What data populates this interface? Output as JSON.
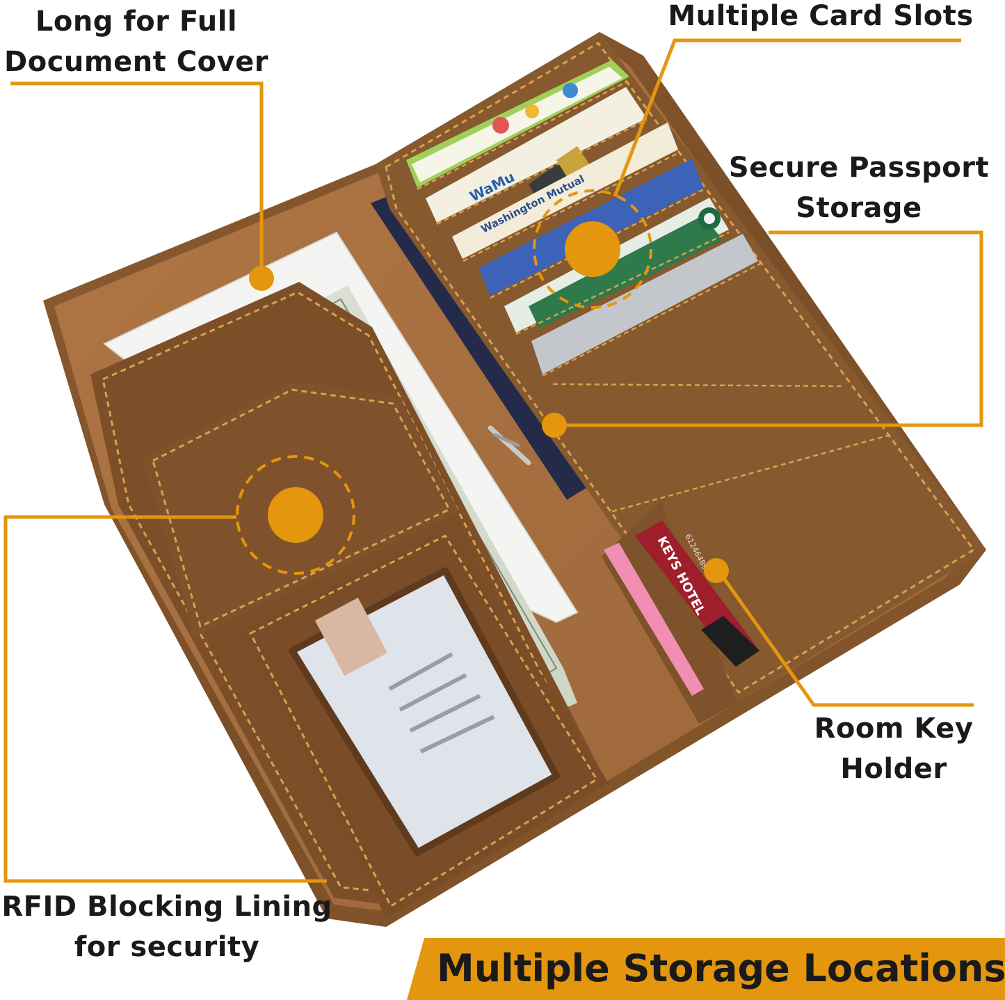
{
  "labels": {
    "document_cover": {
      "line1": "Long for Full",
      "line2": "Document Cover"
    },
    "card_slots": {
      "line1": "Multiple Card Slots"
    },
    "passport": {
      "line1": "Secure Passport",
      "line2": "Storage"
    },
    "rfid": {
      "line1": "RFID Blocking Lining",
      "line2": "for security"
    },
    "room_key": {
      "line1": "Room Key",
      "line2": "Holder"
    }
  },
  "banner": {
    "text": "Multiple Storage Locations"
  },
  "cards": {
    "wamu": "WaMu",
    "washington_mutual": "Washington Mutual",
    "hotel_key": "KEYS HOTEL",
    "hotel_key_number": "6124648900"
  },
  "colors": {
    "accent": "#e3960e",
    "leather": "#8a5a2e",
    "leather_dark": "#6b4220",
    "interior": "#a86e3e",
    "text": "#1a1a1a"
  }
}
